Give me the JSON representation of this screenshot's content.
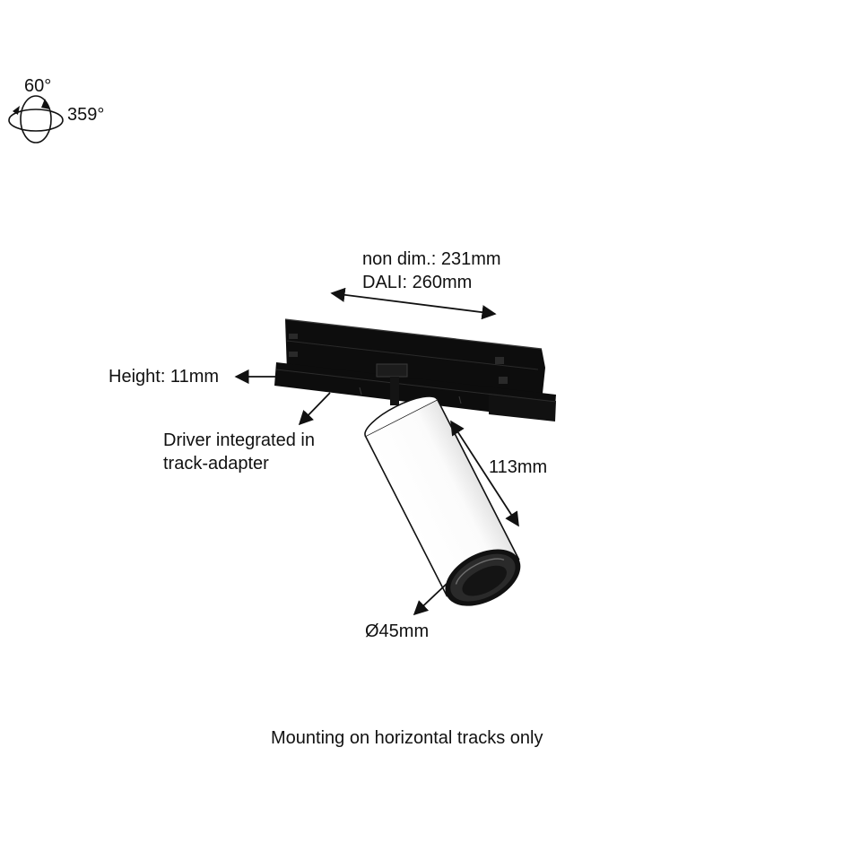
{
  "rotation": {
    "tilt_label": "60°",
    "rotate_label": "359°",
    "icon": "rotation-icon"
  },
  "dimensions": {
    "length_line1": "non dim.: 231mm",
    "length_line2": "DALI: 260mm",
    "height": "Height: 11mm",
    "driver_line1": "Driver integrated in",
    "driver_line2": "track-adapter",
    "body_length": "113mm",
    "diameter": "Ø45mm"
  },
  "note": "Mounting on horizontal tracks only",
  "colors": {
    "ink": "#111111",
    "adapter": "#0d0d0d",
    "body": "#ffffff",
    "lens": "#1a1a1a"
  }
}
